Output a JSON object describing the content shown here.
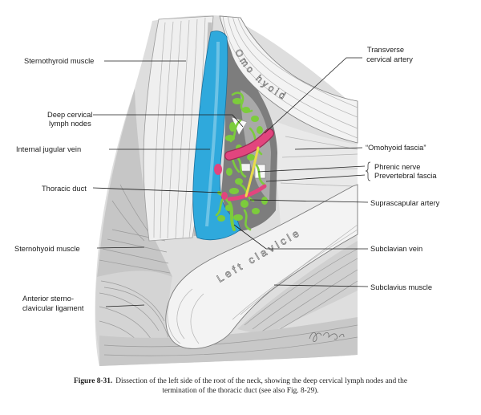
{
  "figure": {
    "labels_left": [
      {
        "lines": [
          "Sternothyroid muscle"
        ]
      },
      {
        "lines": [
          "Deep cervical",
          "lymph nodes"
        ]
      },
      {
        "lines": [
          "Internal jugular vein"
        ]
      },
      {
        "lines": [
          "Thoracic duct"
        ]
      },
      {
        "lines": [
          "Sternohyoid muscle"
        ]
      },
      {
        "lines": [
          "Anterior sterno-",
          "clavicular ligament"
        ]
      }
    ],
    "labels_right": [
      {
        "lines": [
          "Transverse",
          "cervical artery"
        ]
      },
      {
        "lines": [
          "“Omohyoid fascia”"
        ]
      },
      {
        "lines": [
          "Phrenic nerve",
          "Prevertebral fascia"
        ]
      },
      {
        "lines": [
          "Suprascapular artery"
        ]
      },
      {
        "lines": [
          "Subclavian vein"
        ]
      },
      {
        "lines": [
          "Subclavius muscle"
        ]
      }
    ],
    "engraved_text": {
      "omohyoid": "Omo hyoid",
      "clavicle": "Left clavicle"
    },
    "colors": {
      "vein": "#2fa9dc",
      "artery": "#e2457e",
      "lymph": "#7ccc3c",
      "nerve": "#e9dc4a"
    }
  },
  "caption": {
    "number": "Figure 8-31.",
    "line1": "Dissection of the left side of the root of the neck, showing the deep cervical lymph nodes and the",
    "line2": "termination of the thoracic duct (see also Fig. 8-29)."
  }
}
